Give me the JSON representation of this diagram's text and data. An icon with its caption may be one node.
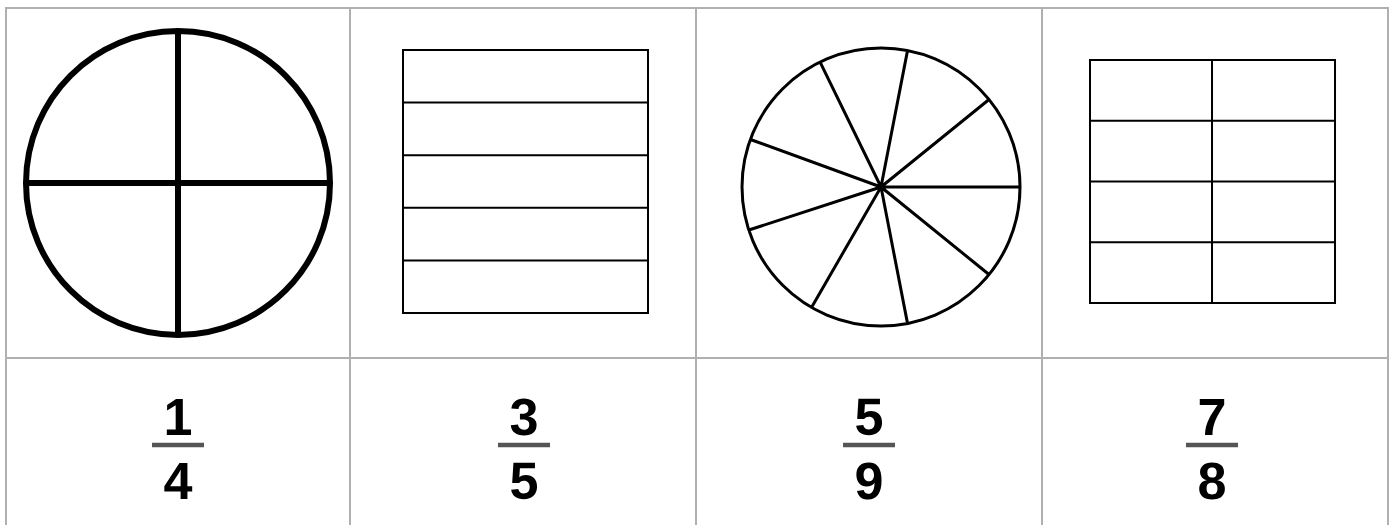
{
  "diagram": {
    "labels": [
      "1",
      "4",
      "3",
      "5",
      "5",
      "9",
      "7",
      "8"
    ]
  }
}
